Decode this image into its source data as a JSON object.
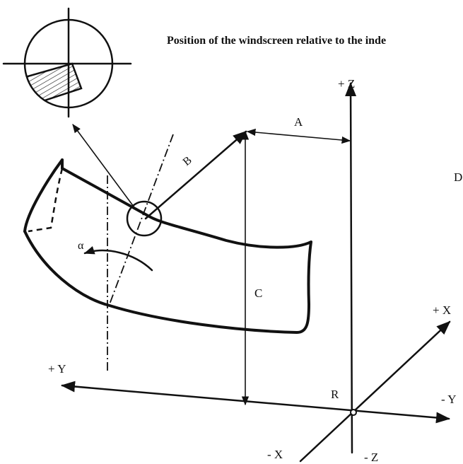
{
  "title": "Position of the windscreen relative to the inde",
  "labels": {
    "plus_z": "+ Z",
    "minus_z": "- Z",
    "plus_x": "+ X",
    "minus_x": "- X",
    "plus_y": "+ Y",
    "minus_y": "- Y",
    "origin": "R",
    "dim_a": "A",
    "dim_b": "B",
    "dim_c": "C",
    "dim_d": "D",
    "angle": "α"
  }
}
